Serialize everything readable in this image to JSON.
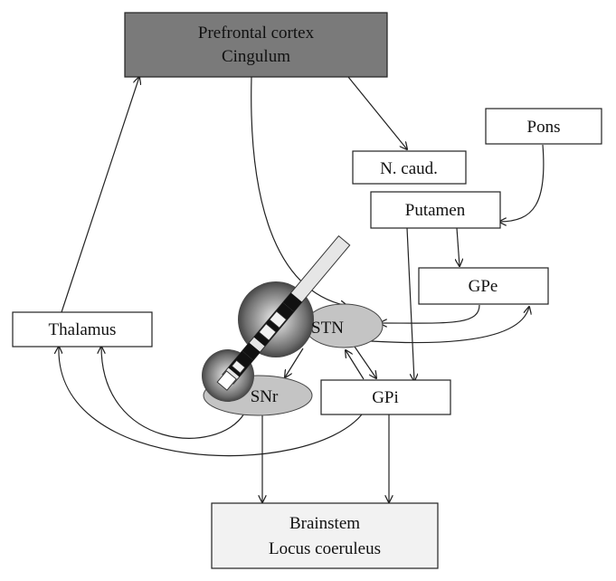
{
  "nodes": {
    "prefrontal": {
      "line1": "Prefrontal cortex",
      "line2": "Cingulum"
    },
    "pons": {
      "label": "Pons"
    },
    "ncaud": {
      "label": "N. caud."
    },
    "putamen": {
      "label": "Putamen"
    },
    "gpe": {
      "label": "GPe"
    },
    "thalamus": {
      "label": "Thalamus"
    },
    "stn": {
      "label": "STN"
    },
    "snr": {
      "label": "SNr"
    },
    "gpi": {
      "label": "GPi"
    },
    "brainstem": {
      "line1": "Brainstem",
      "line2": "Locus coeruleus"
    }
  },
  "colors": {
    "prefrontal_fill": "#7a7a7a",
    "brainstem_fill": "#f2f2f2",
    "nucleus_fill": "#c4c4c4",
    "box_fill": "#ffffff",
    "line": "#222222"
  },
  "icons": {
    "electrode": "dbs-electrode-icon"
  }
}
